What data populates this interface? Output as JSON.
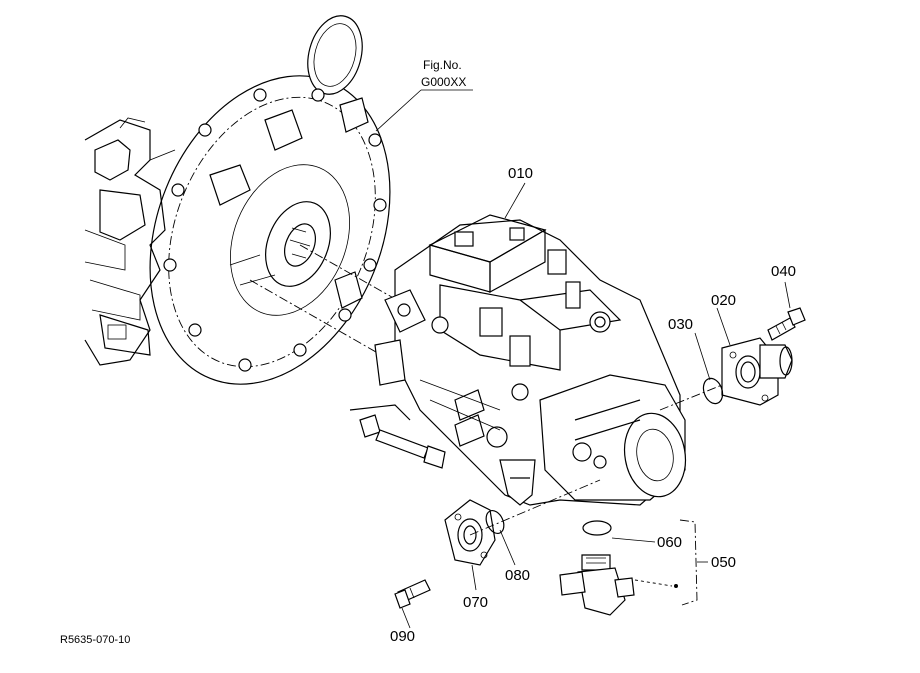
{
  "figure_label": {
    "line1": "Fig.No.",
    "line2": "G000XX"
  },
  "reference_code": "R5635-070-10",
  "callouts": {
    "c010": "010",
    "c020": "020",
    "c030": "030",
    "c040": "040",
    "c050": "050",
    "c060": "060",
    "c070": "070",
    "c080": "080",
    "c090": "090"
  }
}
